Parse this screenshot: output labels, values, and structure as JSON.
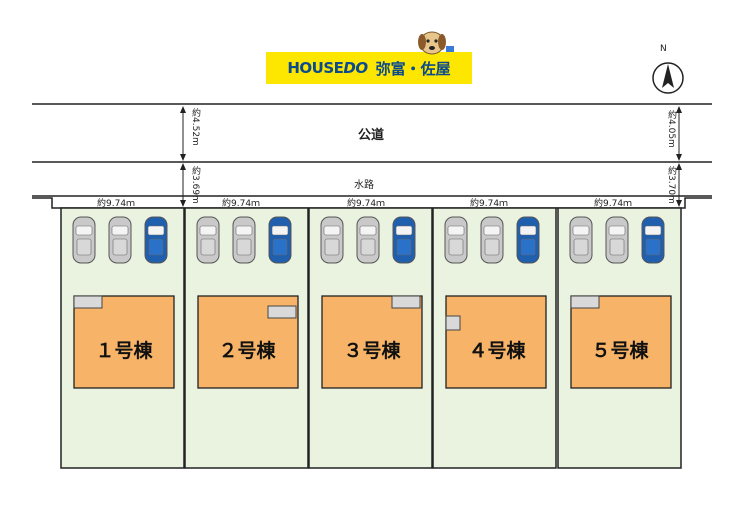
{
  "header": {
    "brand_house": "HOUSE",
    "brand_do": "DO",
    "branch": "弥富・佐屋",
    "mascot_icon": "dog-mascot-icon"
  },
  "compass": {
    "label": "N",
    "icon": "north-arrow-icon"
  },
  "road": {
    "label": "公道",
    "width_left": "約4.52m",
    "width_right": "約4.05m"
  },
  "waterway": {
    "label": "水路",
    "width_left": "約3.69m",
    "width_right": "約3.70m"
  },
  "lots": [
    {
      "name": "１号棟",
      "frontage": "約9.74ｍ"
    },
    {
      "name": "２号棟",
      "frontage": "約9.74ｍ"
    },
    {
      "name": "３号棟",
      "frontage": "約9.74ｍ"
    },
    {
      "name": "４号棟",
      "frontage": "約9.74ｍ"
    },
    {
      "name": "５号棟",
      "frontage": "約9.74ｍ"
    }
  ],
  "colors": {
    "lot_fill": "#eaf3e0",
    "house_fill": "#f7b367",
    "brand_yellow": "#fde600",
    "brand_blue": "#0b4a8c",
    "car_blue": "#1f5fae",
    "car_grey": "#c9c9c9"
  }
}
